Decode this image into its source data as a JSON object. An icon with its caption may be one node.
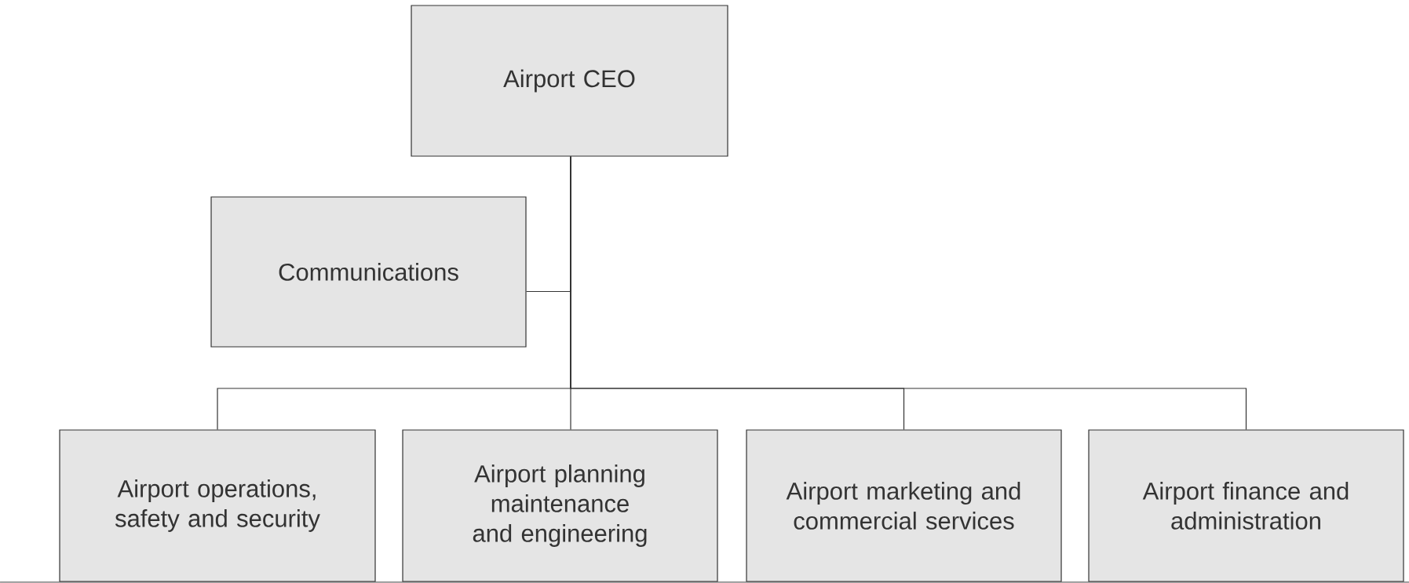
{
  "diagram": {
    "nodes": [
      {
        "text": [
          "Airport CEO"
        ]
      },
      {
        "text": [
          "Communications"
        ]
      },
      {
        "text": [
          "Airport operations, safety and security"
        ]
      },
      {
        "text": [
          "Airport planning maintenance and engineering"
        ]
      },
      {
        "text": [
          "Airport marketing and commercial services"
        ]
      },
      {
        "text": [
          "Airport finance and administration"
        ]
      }
    ],
    "edges": [
      {
        "from": 0,
        "to": 1,
        "arrow": "none"
      },
      {
        "from": 0,
        "to": 2,
        "arrow": "none"
      },
      {
        "from": 0,
        "to": 3,
        "arrow": "none"
      },
      {
        "from": 0,
        "to": 4,
        "arrow": "none"
      },
      {
        "from": 0,
        "to": 5,
        "arrow": "none"
      }
    ]
  }
}
